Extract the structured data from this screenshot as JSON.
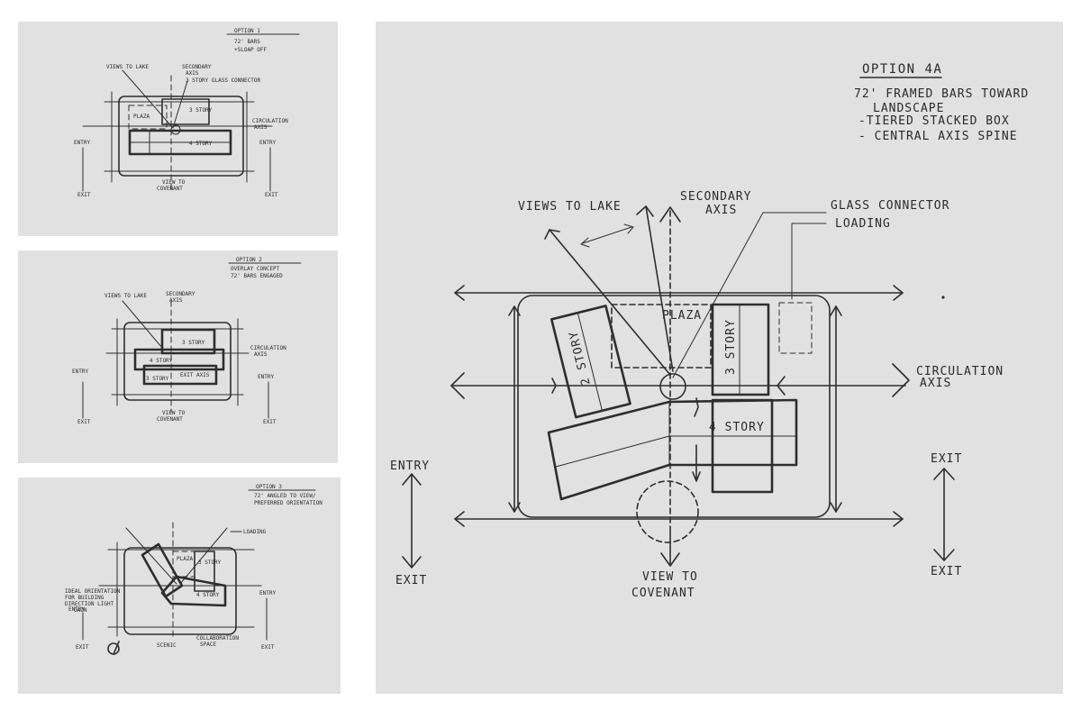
{
  "opt1": {
    "title": "OPTION 1",
    "note1": "72' BARS",
    "note2": "+SLOAP OFF",
    "views_to_lake": "VIEWS TO LAKE",
    "secondary": "SECONDARY",
    "axis": "AXIS",
    "glass": "3 STORY GLASS CONNECTOR",
    "plaza": "PLAZA",
    "story3": "3 STORY",
    "story4": "4 STORY",
    "circ1": "CIRCULATION",
    "circ2": "AXIS",
    "entry": "ENTRY",
    "entry_r": "ENTRY",
    "exit": "EXIT",
    "exit_r": "EXIT",
    "view1": "VIEW TO",
    "view2": "COVENANT"
  },
  "opt2": {
    "title": "OPTION 2",
    "note1": "OVERLAY CONCEPT",
    "note2": "72' BARS ENGAGED",
    "views_to_lake": "VIEWS TO LAKE",
    "secondary": "SECONDARY",
    "axis": "AXIS",
    "story3a": "3 STORY",
    "story4": "4 STORY",
    "story3b": "3 STORY",
    "exit_axis": "EXIT AXIS",
    "circ1": "CIRCULATION",
    "circ2": "AXIS",
    "entry": "ENTRY",
    "entry_r": "ENTRY",
    "exit": "EXIT",
    "exit_r": "EXIT",
    "view1": "VIEW TO",
    "view2": "COVENANT"
  },
  "opt3": {
    "title": "OPTION 3",
    "note1": "72' ANGLED TO VIEW/",
    "note2": "PREFERRED ORIENTATION",
    "loading": "LOADING",
    "plaza": "PLAZA",
    "story3": "3 STORY",
    "story4": "4 STORY",
    "ideal1": "IDEAL ORIENTATION",
    "ideal2": "FOR BUILDING",
    "ideal3": "DIRECTION LIGHT",
    "ideal4": "GAIN",
    "collab1": "COLLABORATION",
    "collab2": "SPACE",
    "scenic": "SCENIC",
    "entry": "ENTRY",
    "entry_r": "ENTRY",
    "exit": "EXIT",
    "exit_r": "EXIT"
  },
  "opt4a": {
    "title": "OPTION 4A",
    "note1": "72' FRAMED BARS TOWARD",
    "note2": "LANDSCAPE",
    "note3": "-TIERED STACKED BOX",
    "note4": "- CENTRAL AXIS SPINE",
    "views_to_lake": "VIEWS TO LAKE",
    "secondary1": "SECONDARY",
    "secondary2": "AXIS",
    "glass": "GLASS CONNECTOR",
    "loading": "LOADING",
    "plaza": "PLAZA",
    "story2": "2 STORY",
    "story3": "3 STORY",
    "story4": "4 STORY",
    "circ1": "CIRCULATION",
    "circ2": "AXIS",
    "entry": "ENTRY",
    "exit_l": "EXIT",
    "exit_r_top": "EXIT",
    "exit_r_bot": "EXIT",
    "view1": "VIEW TO",
    "view2": "COVENANT"
  }
}
